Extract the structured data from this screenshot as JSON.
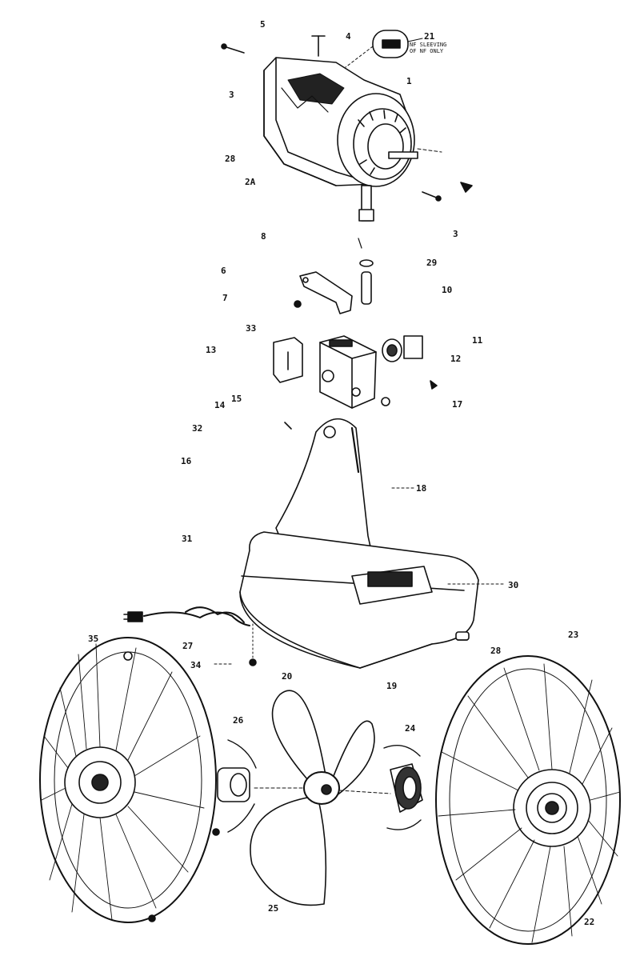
{
  "diagram": {
    "note": [
      "NF SLEEVING",
      "OF NF ONLY"
    ],
    "labels": {
      "l1": "1",
      "l3a": "3",
      "l3b": "3",
      "l4": "4",
      "l5": "5",
      "l6": "6",
      "l7": "7",
      "l8": "8",
      "l10": "10",
      "l11": "11",
      "l12": "12",
      "l13": "13",
      "l14": "14",
      "l15": "15",
      "l16": "16",
      "l17": "17",
      "l18": "18",
      "l19": "19",
      "l20": "20",
      "l21": "21",
      "l22": "22",
      "l23": "23",
      "l24": "24",
      "l25": "25",
      "l26": "26",
      "l27": "27",
      "l28a": "28",
      "l28b": "28",
      "l29": "29",
      "l30": "30",
      "l31": "31",
      "l32": "32",
      "l33": "33",
      "l34": "34",
      "l35": "35",
      "l2a": "2A"
    }
  }
}
